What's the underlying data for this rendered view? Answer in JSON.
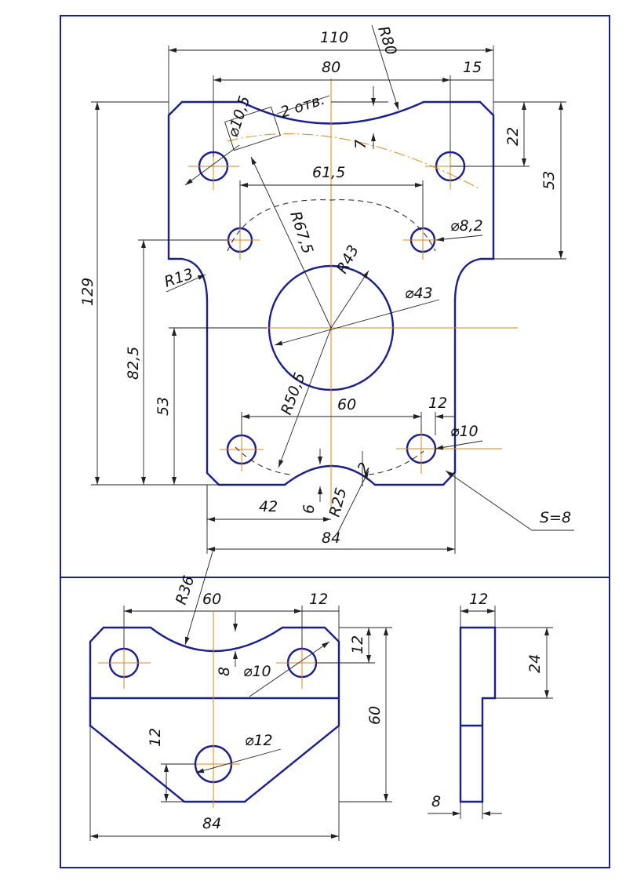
{
  "colors": {
    "outline": "#1b1f8a",
    "centerline": "#d28a1e",
    "dimension": "#222222"
  },
  "top_view": {
    "dims": {
      "width_110": "110",
      "span_80": "80",
      "offset_15": "15",
      "radius_r80": "R80",
      "hole_d105": "⌀10,5",
      "holes_note": "2 отв.",
      "depth_7": "7",
      "height_22": "22",
      "height_53_right": "53",
      "span_615": "61,5",
      "radius_r675": "R67,5",
      "hole_d82": "⌀8,2",
      "radius_r43": "R43",
      "bore_d43": "⌀43",
      "radius_r13": "R13",
      "height_129": "129",
      "height_825": "82,5",
      "height_53_left": "53",
      "radius_r505": "R50,5",
      "span_60": "60",
      "offset_12": "12",
      "hole_d10": "⌀10",
      "offset_42": "42",
      "depth_6": "6",
      "radius_r25": "R25",
      "chamfer_2": "2",
      "width_84": "84",
      "thickness_s8": "S=8"
    }
  },
  "bottom_view": {
    "dims": {
      "radius_r36": "R36",
      "span_60": "60",
      "offset_12_top": "12",
      "offset_12_right": "12",
      "depth_8": "8",
      "hole_d10": "⌀10",
      "height_60": "60",
      "offset_12_left": "12",
      "hole_d12": "⌀12",
      "width_84": "84"
    }
  },
  "side_view": {
    "dims": {
      "width_12": "12",
      "height_24": "24",
      "thickness_8": "8"
    }
  }
}
